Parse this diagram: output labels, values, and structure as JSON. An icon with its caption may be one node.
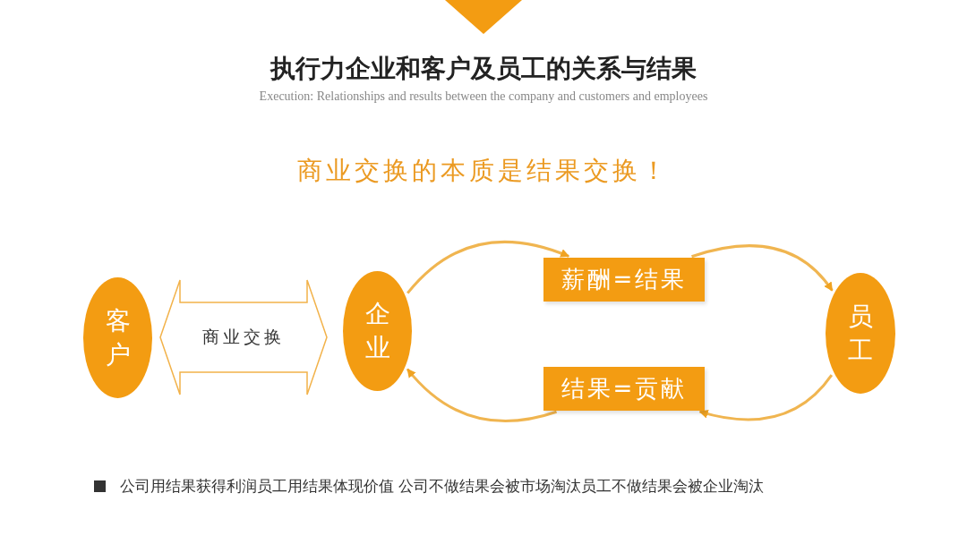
{
  "diagram": {
    "title": "执行力企业和客户及员工的关系与结果",
    "nodes": [
      {
        "text": [
          "客户"
        ]
      },
      {
        "text": [
          "商业交换"
        ]
      },
      {
        "text": [
          "企业"
        ]
      },
      {
        "text": [
          "薪酬=结果"
        ]
      },
      {
        "text": [
          "结果=贡献"
        ]
      },
      {
        "text": [
          "员工"
        ]
      }
    ],
    "edges": [
      {
        "from": 2,
        "to": 3,
        "arrow": "to"
      },
      {
        "from": 3,
        "to": 5,
        "arrow": "to"
      },
      {
        "from": 5,
        "to": 4,
        "arrow": "to"
      },
      {
        "from": 4,
        "to": 2,
        "arrow": "to"
      }
    ],
    "labels": [
      "Execution: Relationships and results between the company and customers and employees",
      "商业交换的本质是结果交换！",
      "公司用结果获得利润员工用结果体现价值 公司不做结果会被市场淘汰员工不做结果会被企业淘汰"
    ]
  }
}
